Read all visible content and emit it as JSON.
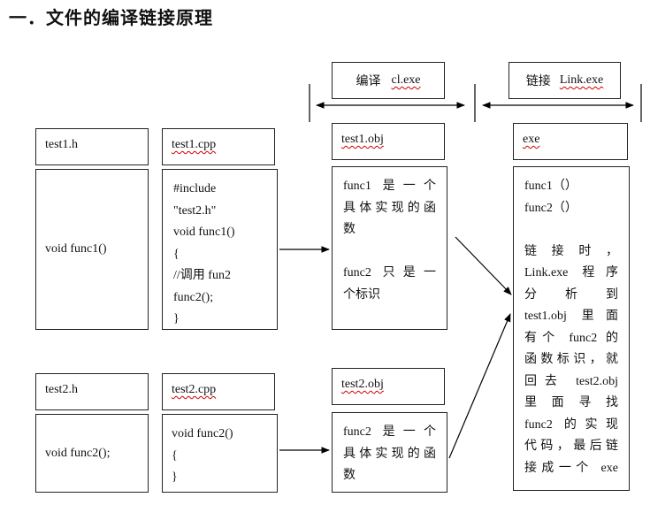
{
  "title": "一．文件的编译链接原理",
  "stages": {
    "compile": {
      "label": "编译",
      "tool": "cl.exe"
    },
    "link": {
      "label": "链接",
      "tool": "Link.exe"
    }
  },
  "row1": {
    "h_header": "test1.h",
    "h_body": "void func1()",
    "cpp_header": "test1.cpp",
    "cpp_lines": [
      "#include",
      "\"test2.h\"",
      "void func1()",
      "{",
      "//调用 fun2",
      "func2();",
      "}"
    ],
    "obj_header": "test1.obj",
    "obj_lines": [
      "func1 是一个",
      "具体实现的函",
      "数",
      "",
      "func2 只是一",
      "个标识"
    ]
  },
  "row2": {
    "h_header": "test2.h",
    "h_body": "void func2();",
    "cpp_header": "test2.cpp",
    "cpp_lines": [
      "void func2()",
      "{",
      "}"
    ],
    "obj_header": "test2.obj",
    "obj_lines": [
      "func2 是一个",
      "具体实现的函",
      "数"
    ]
  },
  "exe": {
    "header": "exe",
    "lines_left": [
      "func1（）",
      "func2（）",
      ""
    ],
    "lines_justified": [
      "链接时，",
      "Link.exe 程序",
      "分析到",
      "test1.obj 里面",
      "有个 func2 的",
      "函数标识，就",
      "回去 test2.obj",
      "里面寻找",
      "func2 的实现",
      "代码，最后链",
      "接成一个 exe"
    ]
  }
}
